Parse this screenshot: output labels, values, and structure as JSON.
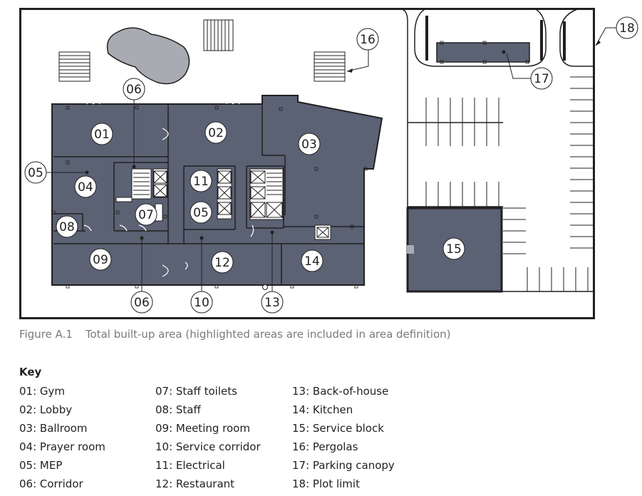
{
  "figure": {
    "number": "Figure A.1",
    "caption": "Total built-up area (highlighted areas are included in area definition)"
  },
  "colors": {
    "highlight": "#5a6274",
    "outline": "#231f20",
    "pond": "#a8abb2",
    "paper": "#ffffff"
  },
  "labels": {
    "l01": "01",
    "l02": "02",
    "l03": "03",
    "l04": "04",
    "l05a": "05",
    "l05b": "05",
    "l06a": "06",
    "l06b": "06",
    "l07": "07",
    "l08": "08",
    "l09": "09",
    "l10": "10",
    "l11": "11",
    "l12": "12",
    "l13": "13",
    "l14": "14",
    "l15": "15",
    "l16": "16",
    "l17": "17",
    "l18": "18"
  },
  "key": {
    "title": "Key",
    "col1": [
      "01: Gym",
      "02: Lobby",
      "03: Ballroom",
      "04: Prayer room",
      "05: MEP",
      "06: Corridor"
    ],
    "col2": [
      "07: Staff toilets",
      "08: Staff",
      "09: Meeting room",
      "10: Service corridor",
      "11: Electrical",
      "12: Restaurant"
    ],
    "col3": [
      "13: Back-of-house",
      "14: Kitchen",
      "15: Service block",
      "16: Pergolas",
      "17: Parking canopy",
      "18: Plot limit"
    ]
  }
}
